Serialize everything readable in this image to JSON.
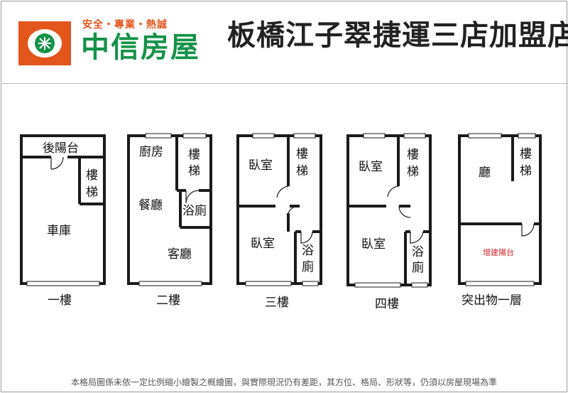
{
  "header": {
    "logo_tagline": "安全・專業・熱誠",
    "logo_name": "中信房屋",
    "store_title": "板橋江子翠捷運三店加盟店"
  },
  "floors": [
    {
      "caption": "一樓",
      "rooms": [
        "後陽台",
        "樓",
        "梯",
        "車庫"
      ]
    },
    {
      "caption": "二樓",
      "rooms": [
        "廚房",
        "樓",
        "梯",
        "餐廳",
        "浴廁",
        "客廳"
      ]
    },
    {
      "caption": "三樓",
      "rooms": [
        "臥室",
        "樓",
        "梯",
        "臥室",
        "浴",
        "廁"
      ]
    },
    {
      "caption": "四樓",
      "rooms": [
        "臥室",
        "樓",
        "梯",
        "臥室",
        "浴",
        "廁"
      ]
    },
    {
      "caption": "突出物一層",
      "rooms": [
        "廳",
        "樓",
        "梯",
        "增建陽台"
      ]
    }
  ],
  "footer_note": "本格局圖係未依一定比例縮小繪製之概繪圖，與實際現況仍有差距，其方位、格局、形狀等，仍須以房屋現場為準",
  "colors": {
    "brand_orange": "#e3561b",
    "brand_green": "#14924a",
    "annotation_red": "#d2222a"
  }
}
